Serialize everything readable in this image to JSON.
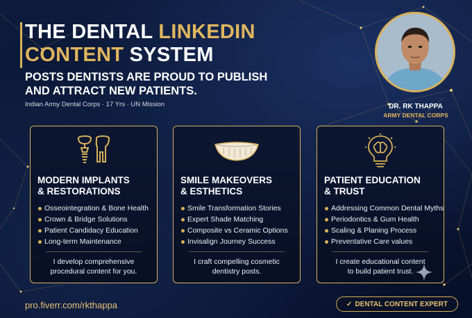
{
  "header": {
    "title_part1": "THE DENTAL ",
    "title_highlight1": "LINKEDIN",
    "title_highlight2": "CONTENT",
    "title_part2": " SYSTEM",
    "subtitle_line1": "POSTS DENTISTS ARE PROUD TO PUBLISH",
    "subtitle_line2": "AND ATTRACT NEW PATIENTS.",
    "credentials": "Indian Army Dental Corps · 17 Yrs · UN Mission"
  },
  "profile": {
    "name": "DR. RK THAPPA",
    "role": "ARMY DENTAL CORPS"
  },
  "cards": [
    {
      "icon": "dental-implant-icon",
      "heading_line1": "MODERN IMPLANTS",
      "heading_line2": "& RESTORATIONS",
      "bullets": [
        "Osseointegration & Bone Health",
        "Crown & Bridge Solutions",
        "Patient Candidacy Education",
        "Long-term Maintenance"
      ],
      "closing_line1": "I develop comprehensive",
      "closing_line2": "procedural content for you."
    },
    {
      "icon": "smile-icon",
      "heading_line1": "SMILE MAKEOVERS",
      "heading_line2": "& ESTHETICS",
      "bullets": [
        "Smile Transformation Stories",
        "Expert Shade Matching",
        "Composite vs Ceramic Options",
        "Invisalign Journey Success"
      ],
      "closing_line1": "I craft compelling cosmetic",
      "closing_line2": "dentistry posts."
    },
    {
      "icon": "brain-bulb-icon",
      "heading_line1": "PATIENT EDUCATION",
      "heading_line2": "& TRUST",
      "bullets": [
        "Addressing Common Dental Myths",
        "Periodontics & Gum Health",
        "Scaling & Planing Process",
        "Preventative Care values"
      ],
      "closing_line1": "I create educational content",
      "closing_line2": "to build patient trust."
    }
  ],
  "footer": {
    "url": "pro.fiverr.com/rkthappa",
    "badge_check": "✓",
    "badge_text": "DENTAL CONTENT EXPERT"
  },
  "colors": {
    "gold": "#d8b25a",
    "background": "#0a1530"
  }
}
